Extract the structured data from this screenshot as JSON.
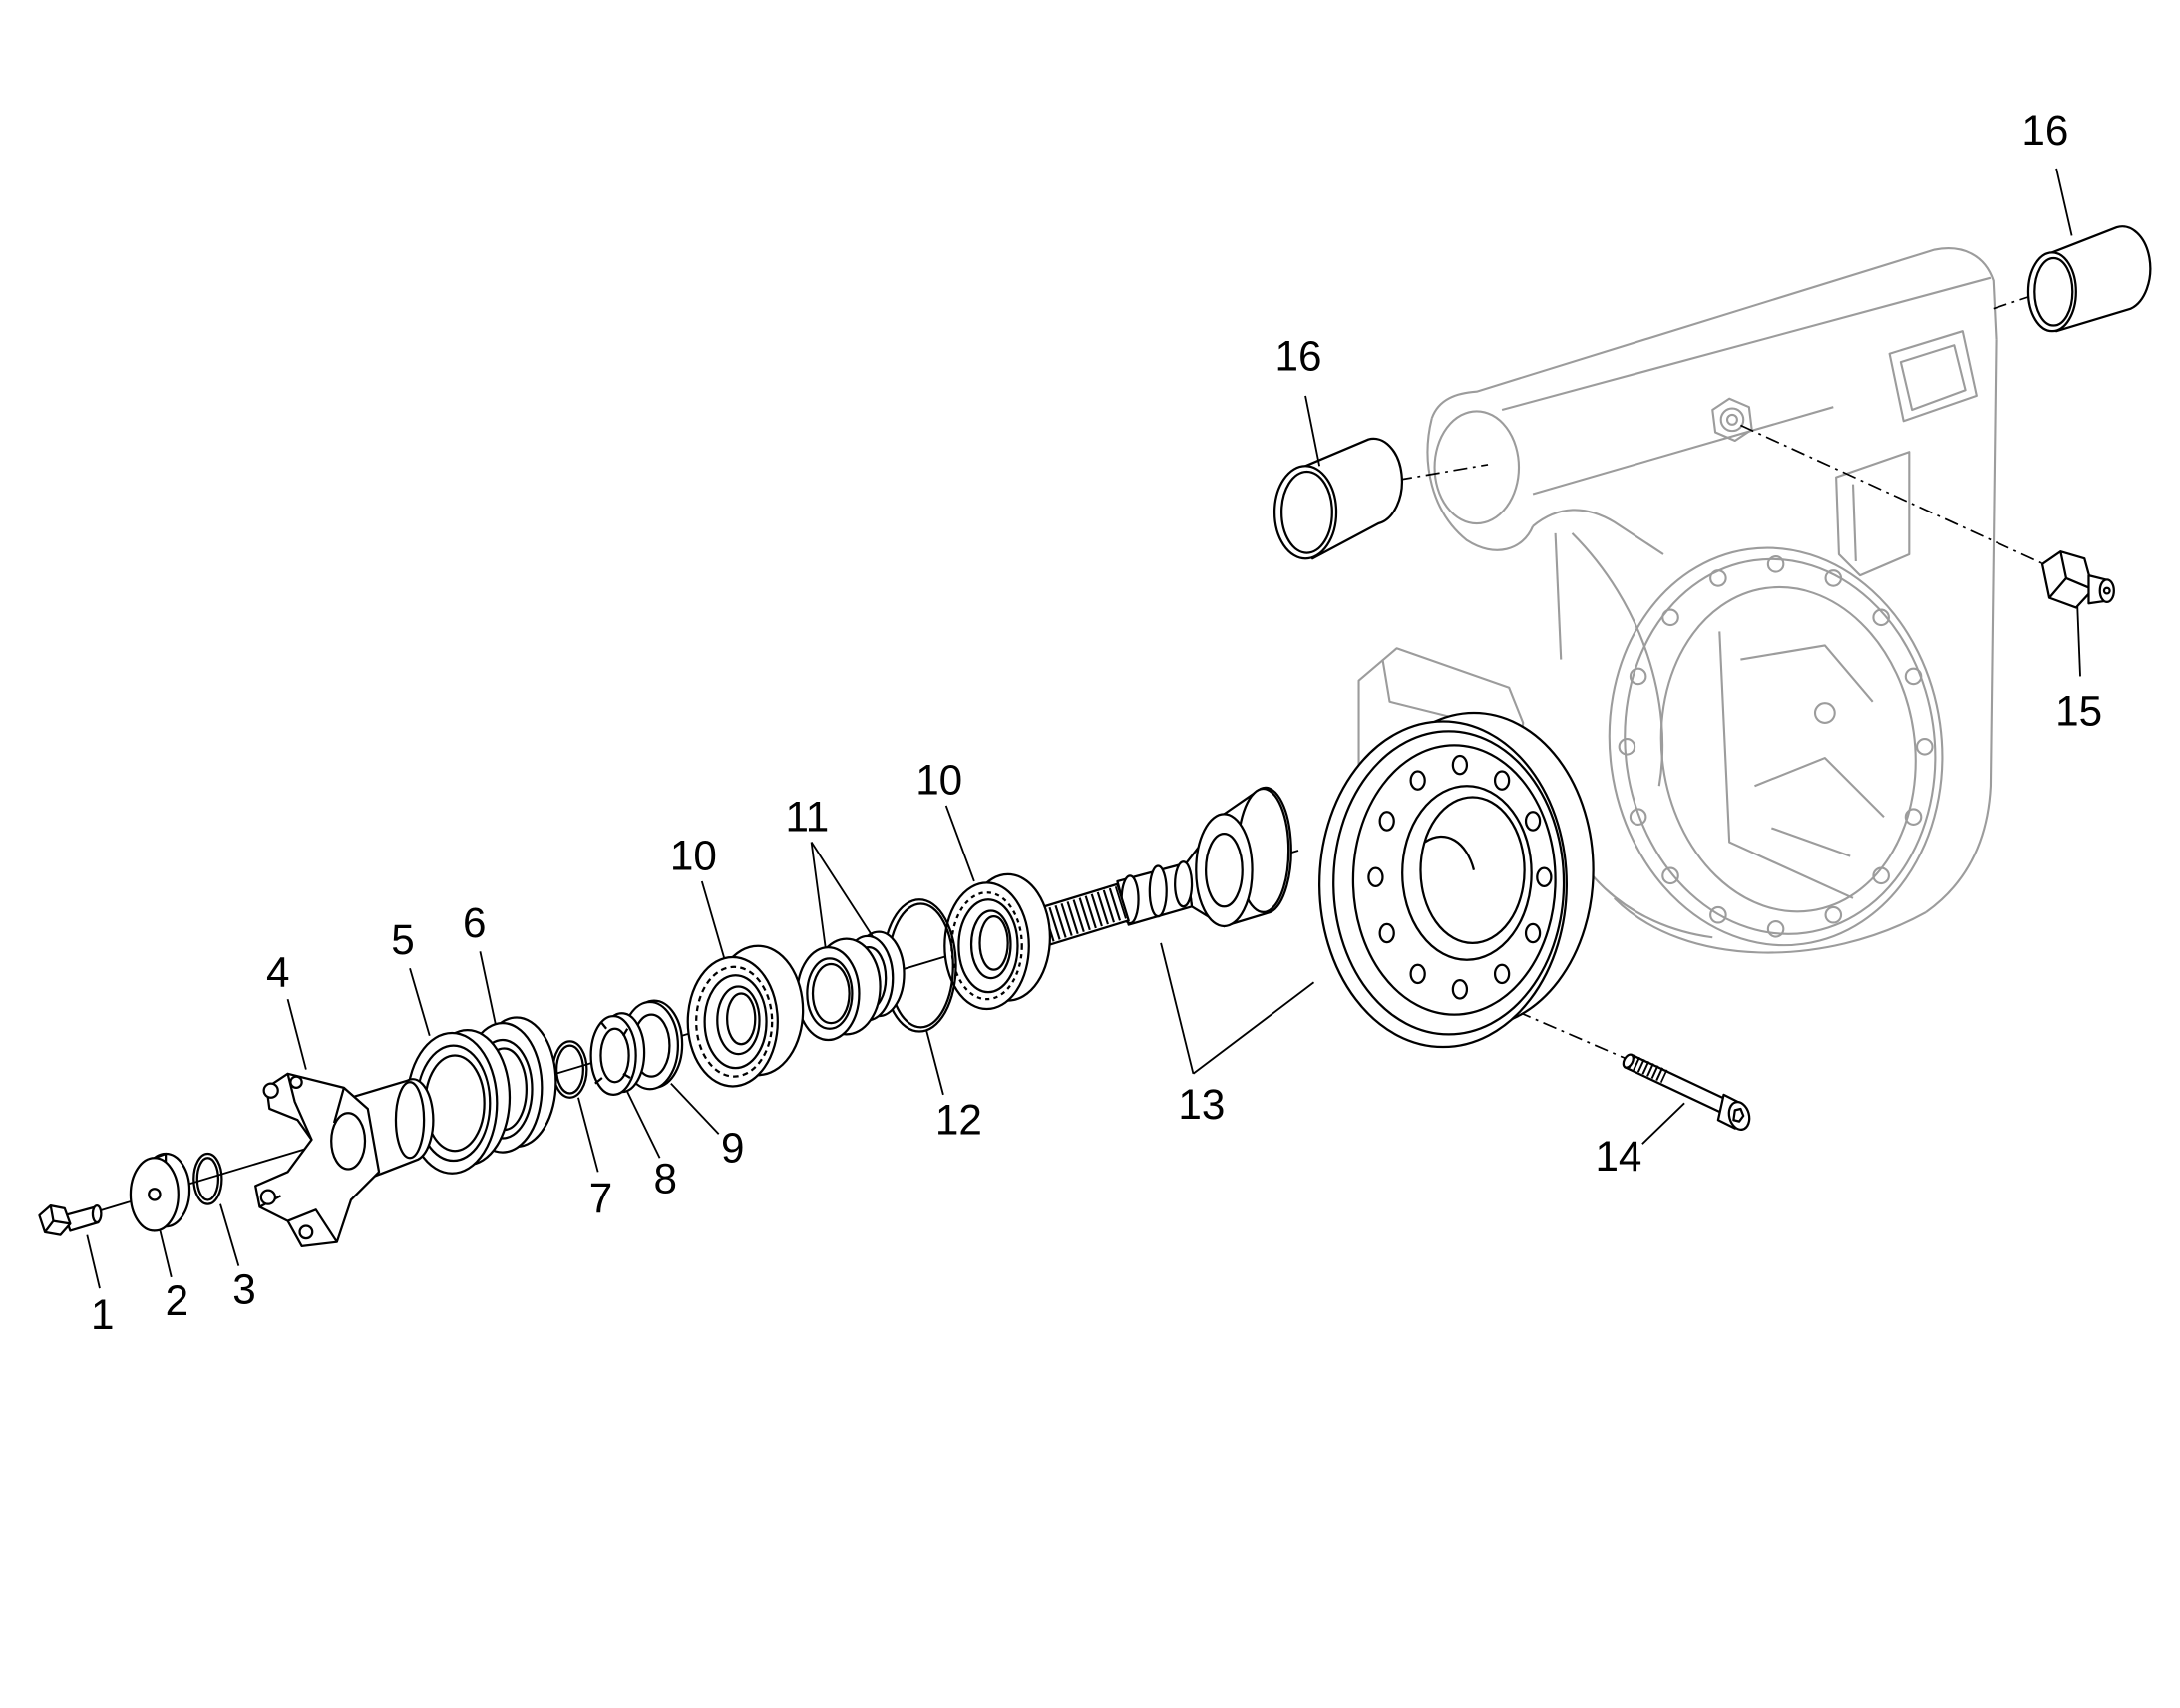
{
  "callouts": [
    "1",
    "2",
    "3",
    "4",
    "5",
    "6",
    "7",
    "8",
    "9",
    "10",
    "10",
    "11",
    "12",
    "13",
    "14",
    "15",
    "16",
    "16"
  ]
}
